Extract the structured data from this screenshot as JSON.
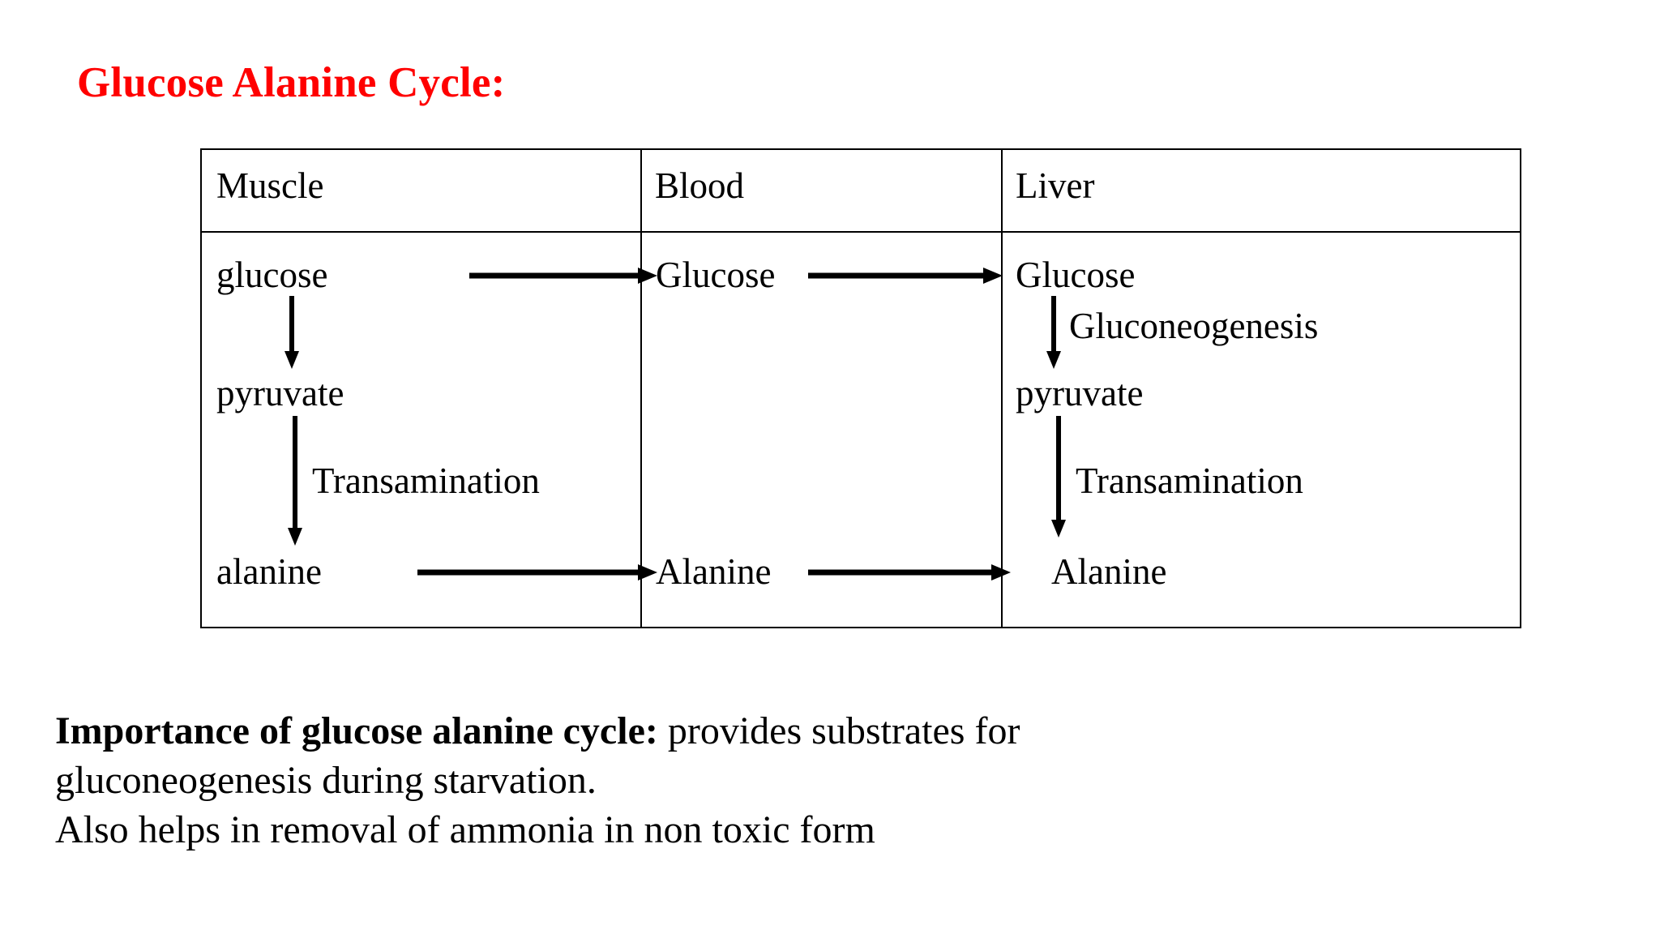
{
  "title": {
    "text": "Glucose Alanine Cycle:",
    "color": "#ff0000"
  },
  "table": {
    "headers": [
      {
        "label": "Muscle"
      },
      {
        "label": "Blood"
      },
      {
        "label": "Liver"
      }
    ],
    "muscle": {
      "glucose": "glucose",
      "pyruvate": "pyruvate",
      "alanine": "alanine",
      "transamination": "Transamination"
    },
    "blood": {
      "glucose": "Glucose",
      "alanine": "Alanine"
    },
    "liver": {
      "glucose": "Glucose",
      "gluconeogenesis": "Gluconeogenesis",
      "pyruvate": "pyruvate",
      "transamination": "Transamination",
      "alanine": "Alanine"
    },
    "arrows": {
      "muscle_glucose_to_blood_glucose": "right-arrow",
      "blood_glucose_to_liver_glucose": "right-arrow",
      "muscle_glucose_to_pyruvate": "down-arrow",
      "muscle_pyruvate_to_alanine": "down-arrow",
      "muscle_alanine_to_blood_alanine": "right-arrow",
      "blood_alanine_to_liver_alanine": "right-arrow",
      "liver_glucose_to_pyruvate": "down-arrow",
      "liver_pyruvate_to_alanine": "down-arrow"
    }
  },
  "notes": {
    "heading": "Importance of glucose alanine cycle:",
    "line1_rest": " provides substrates for",
    "line2": "gluconeogenesis during starvation.",
    "line3": "Also helps in removal of  ammonia in non toxic form"
  },
  "colors": {
    "title": "#ff0000",
    "text": "#000000",
    "border": "#000000",
    "background": "#ffffff"
  }
}
